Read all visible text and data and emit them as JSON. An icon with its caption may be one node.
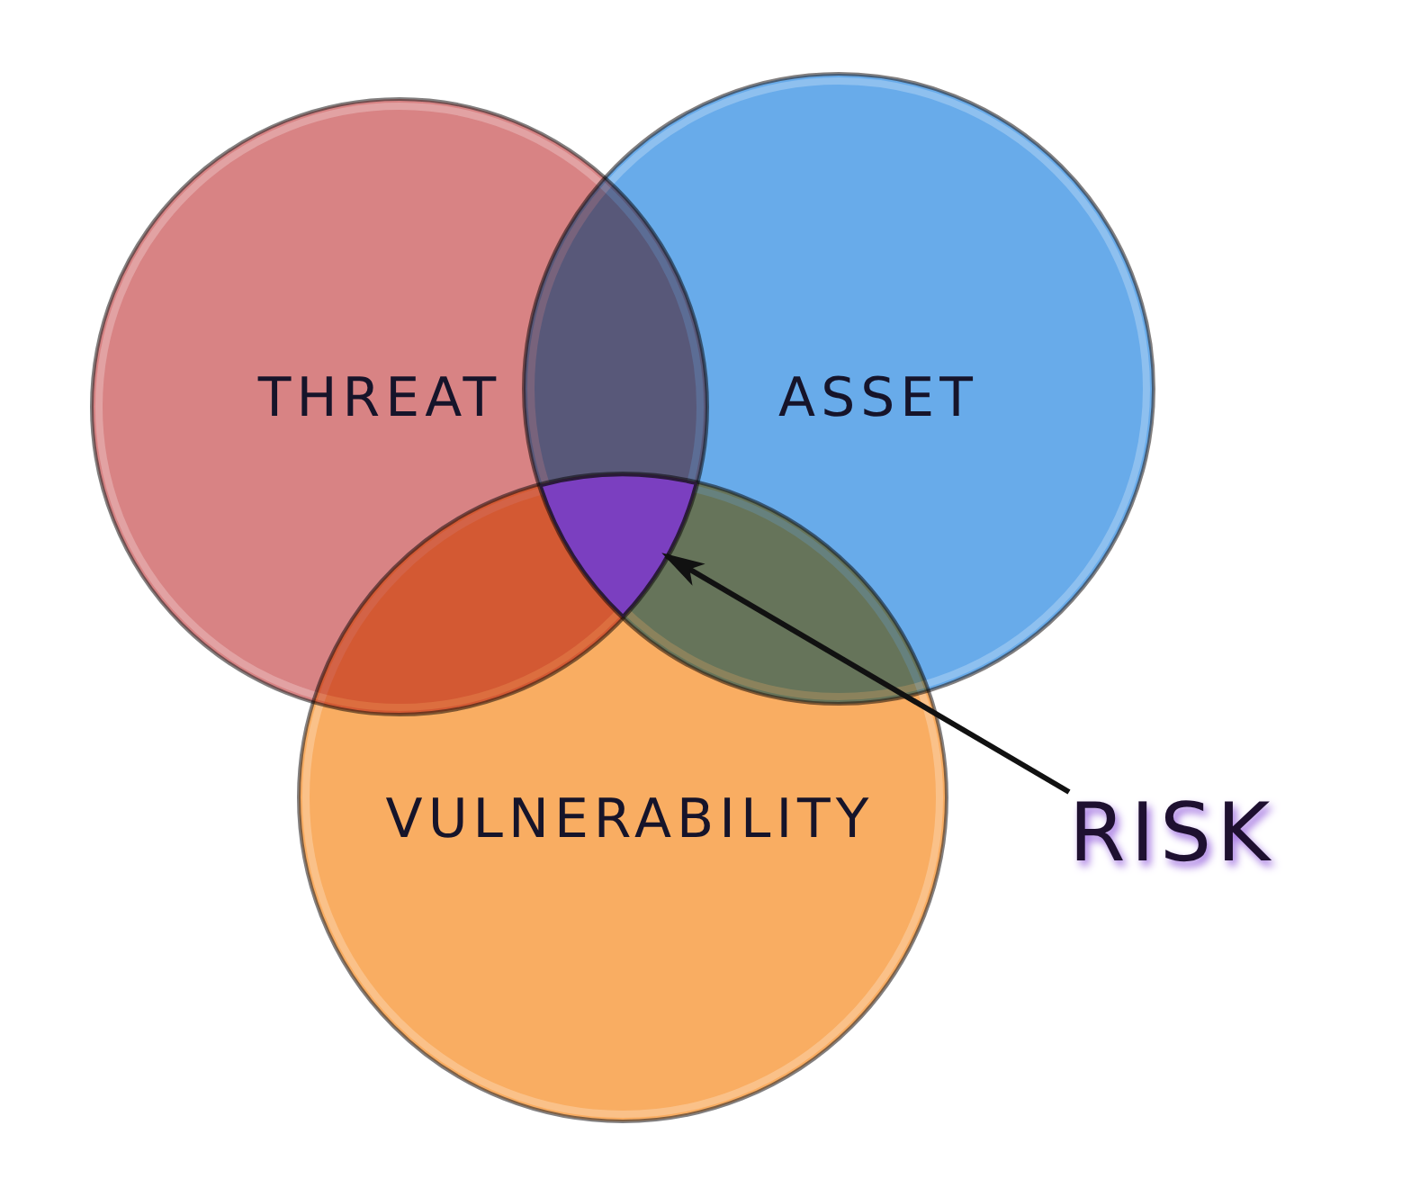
{
  "diagram": {
    "nodes": [
      {
        "text": [
          "THREAT"
        ]
      },
      {
        "text": [
          "ASSET"
        ]
      },
      {
        "text": [
          "VULNERABILITY"
        ]
      },
      {
        "text": [],
        "shape": "triangle"
      },
      {
        "text": [
          "RISK"
        ]
      }
    ],
    "edges": [
      {
        "from": 4,
        "to": 3,
        "arrow": "to"
      }
    ]
  }
}
